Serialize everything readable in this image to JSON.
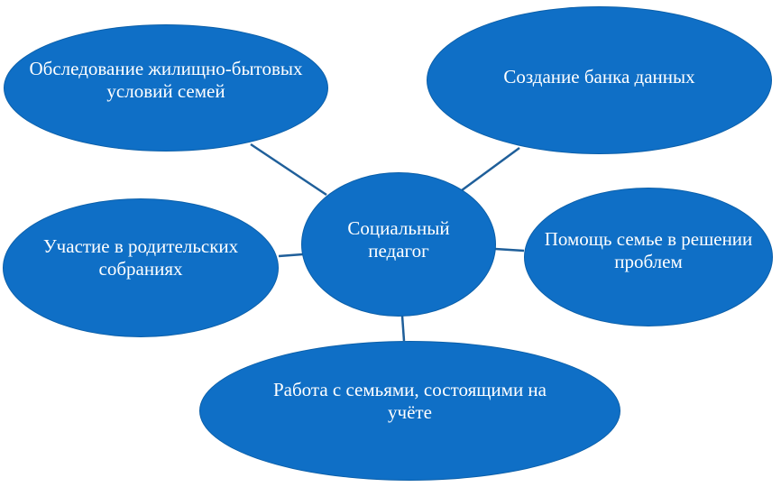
{
  "diagram": {
    "center": {
      "label": "Социальный педагог"
    },
    "nodes": [
      {
        "id": "survey",
        "label": "Обследование жилищно-бытовых условий семей"
      },
      {
        "id": "database",
        "label": "Создание банка данных"
      },
      {
        "id": "help",
        "label": "Помощь семье в решении проблем"
      },
      {
        "id": "meetings",
        "label": "Участие в родительских собраниях"
      },
      {
        "id": "registered",
        "label": "Работа с семьями, состоящими на учёте"
      }
    ]
  },
  "colors": {
    "node_fill": "#0f6fc6",
    "node_text": "#ffffff",
    "connector": "#1f5f9a"
  }
}
